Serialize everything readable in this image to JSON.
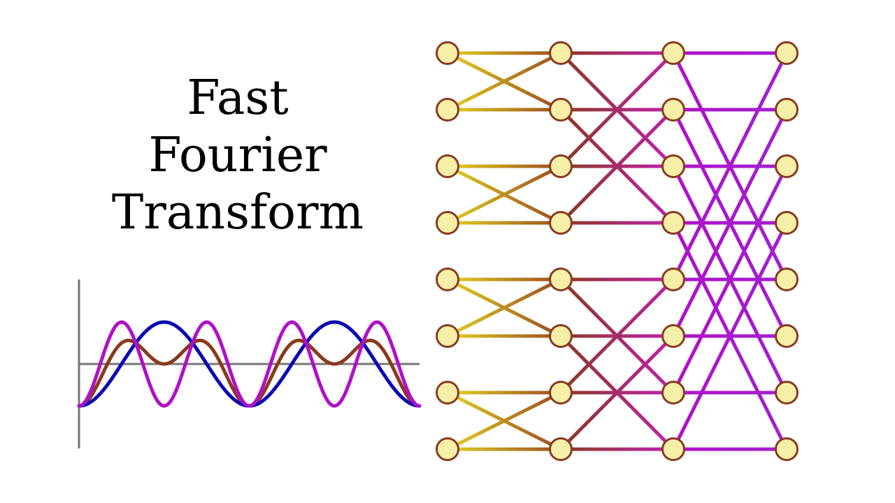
{
  "title": {
    "line1": "Fast",
    "line2": "Fourier",
    "line3": "Transform"
  },
  "colors": {
    "background": "#ffffff",
    "axis": "#777777",
    "wave_brown": "#8a3a1e",
    "wave_magenta": "#b010c8",
    "wave_blue": "#0a0ab4",
    "node_fill": "#f5efa8",
    "node_stroke": "#8a3a1e",
    "stage1_start": "#e2d322",
    "stage1_end": "#9a4a1e",
    "stage2_start": "#8a3a1e",
    "stage2_end": "#c020b0",
    "stage3_start": "#b010c8",
    "stage3_end": "#a020d0",
    "stage4_start": "#a020d0",
    "stage4_end": "#4a28b8"
  },
  "butterfly": {
    "inputs": 8,
    "stages": 3,
    "stage_spans": [
      1,
      2,
      4
    ]
  },
  "waves": [
    {
      "name": "brown",
      "components": [
        {
          "freq": 4,
          "amp": 0.5,
          "phase": 0
        },
        {
          "freq": 2,
          "amp": 0.5,
          "phase": 0
        }
      ]
    },
    {
      "name": "magenta",
      "components": [
        {
          "freq": 4,
          "amp": 1,
          "phase": 0
        }
      ]
    },
    {
      "name": "blue",
      "components": [
        {
          "freq": 2,
          "amp": 1,
          "phase": 0
        }
      ]
    }
  ]
}
